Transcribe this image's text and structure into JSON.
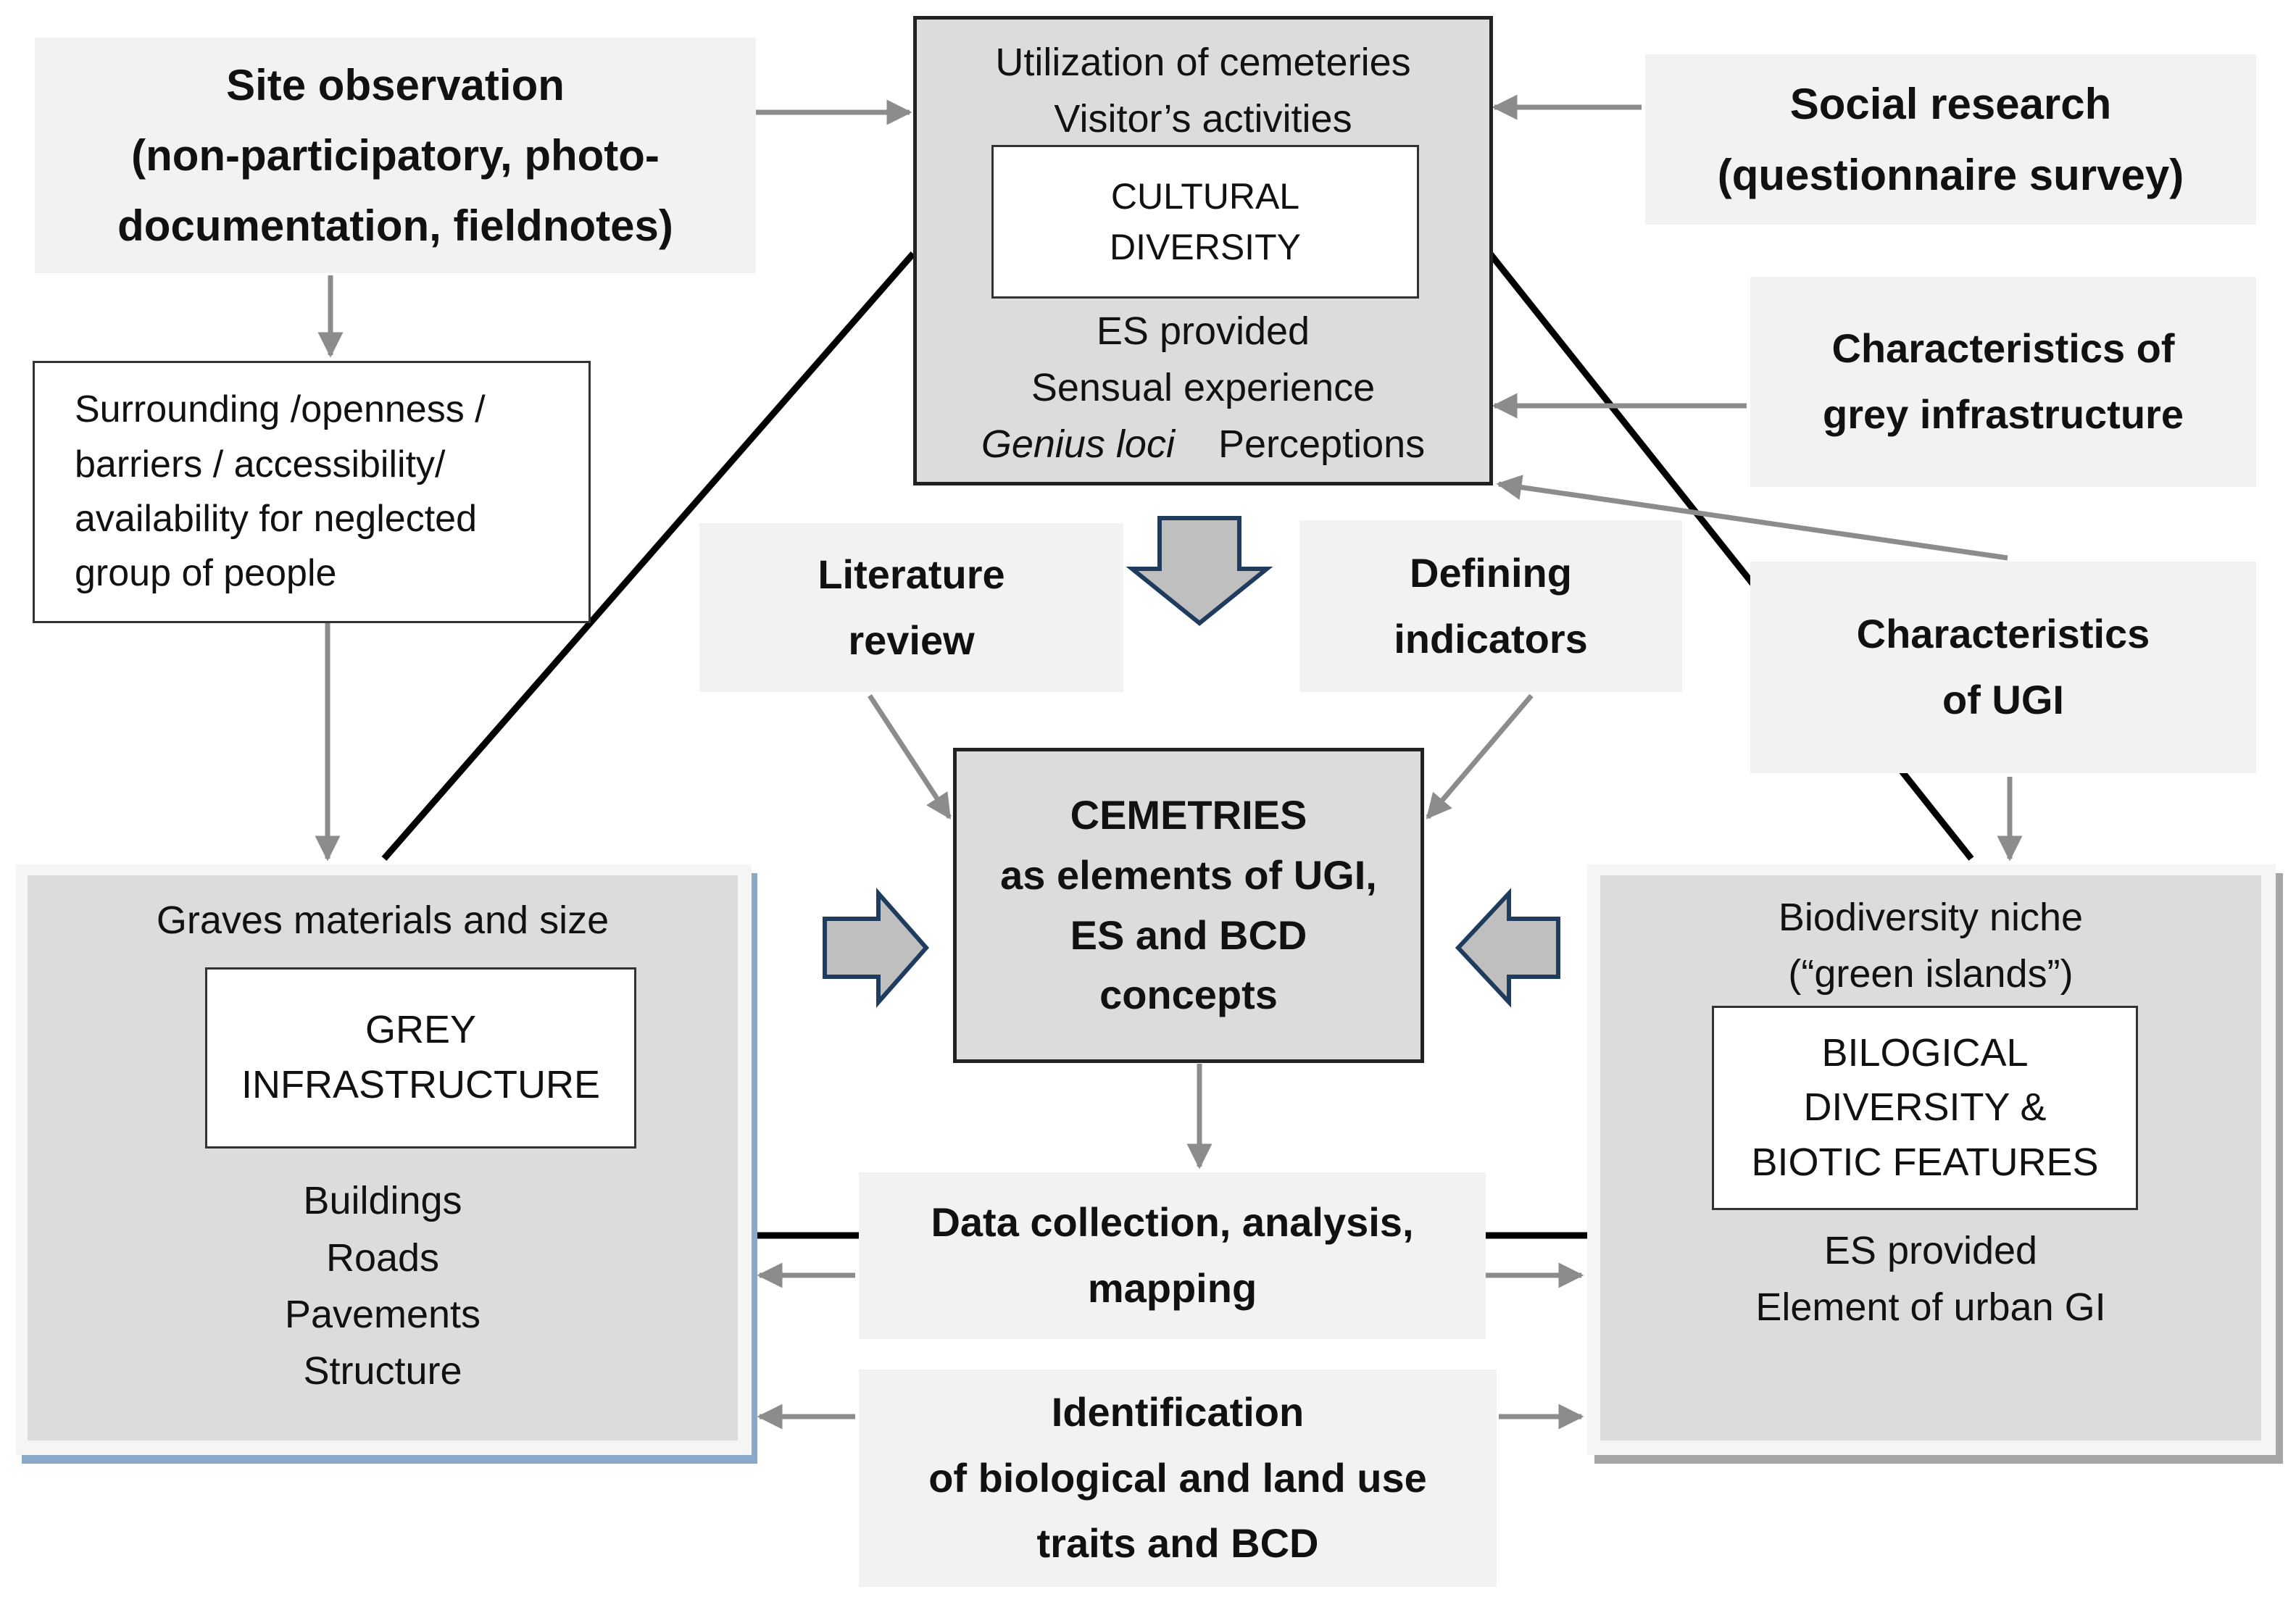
{
  "site_observation": [
    "Site observation",
    "(non-participatory, photo-",
    "documentation, fieldnotes)"
  ],
  "utilization": {
    "top": [
      "Utilization of cemeteries",
      "Visitor’s activities"
    ],
    "inner": [
      "CULTURAL",
      "DIVERSITY"
    ],
    "bottom": [
      "ES provided",
      "Sensual experience"
    ],
    "last_italic": "Genius loci",
    "last_plain": "Perceptions"
  },
  "social_research": [
    "Social research",
    "(questionnaire survey)"
  ],
  "grey_characteristics": [
    "Characteristics of",
    "grey infrastructure"
  ],
  "surrounding": [
    "Surrounding /openness /",
    "barriers / accessibility/",
    "availability for neglected",
    "group of people"
  ],
  "literature_review": [
    "Literature",
    "review"
  ],
  "defining_indicators": [
    "Defining",
    "indicators"
  ],
  "ugi_characteristics": [
    "Characteristics",
    "of UGI"
  ],
  "cemeteries": [
    "CEMETRIES",
    "as elements of UGI,",
    "ES and BCD",
    "concepts"
  ],
  "grey_block": {
    "top": "Graves materials and size",
    "inner": [
      "GREY",
      "INFRASTRUCTURE"
    ],
    "items": [
      "Buildings",
      "Roads",
      "Pavements",
      "Structure"
    ]
  },
  "bio_block": {
    "top": [
      "Biodiversity niche",
      "(“green islands”)"
    ],
    "inner": [
      "BILOGICAL",
      "DIVERSITY &",
      "BIOTIC FEATURES"
    ],
    "bottom": [
      "ES provided",
      "Element of urban GI"
    ]
  },
  "data_collection": [
    "Data collection, analysis,",
    "mapping"
  ],
  "identification": [
    "Identification",
    "of biological and land use",
    "traits and BCD"
  ],
  "colors": {
    "arrow_grey": "#8c8c8c",
    "block_arrow_fill": "#bfbfbf",
    "block_arrow_stroke": "#1f3b5e",
    "box_light": "#f2f2f2",
    "box_grey": "#dcdcdc",
    "shadow_blue": "#8aa8c8"
  }
}
